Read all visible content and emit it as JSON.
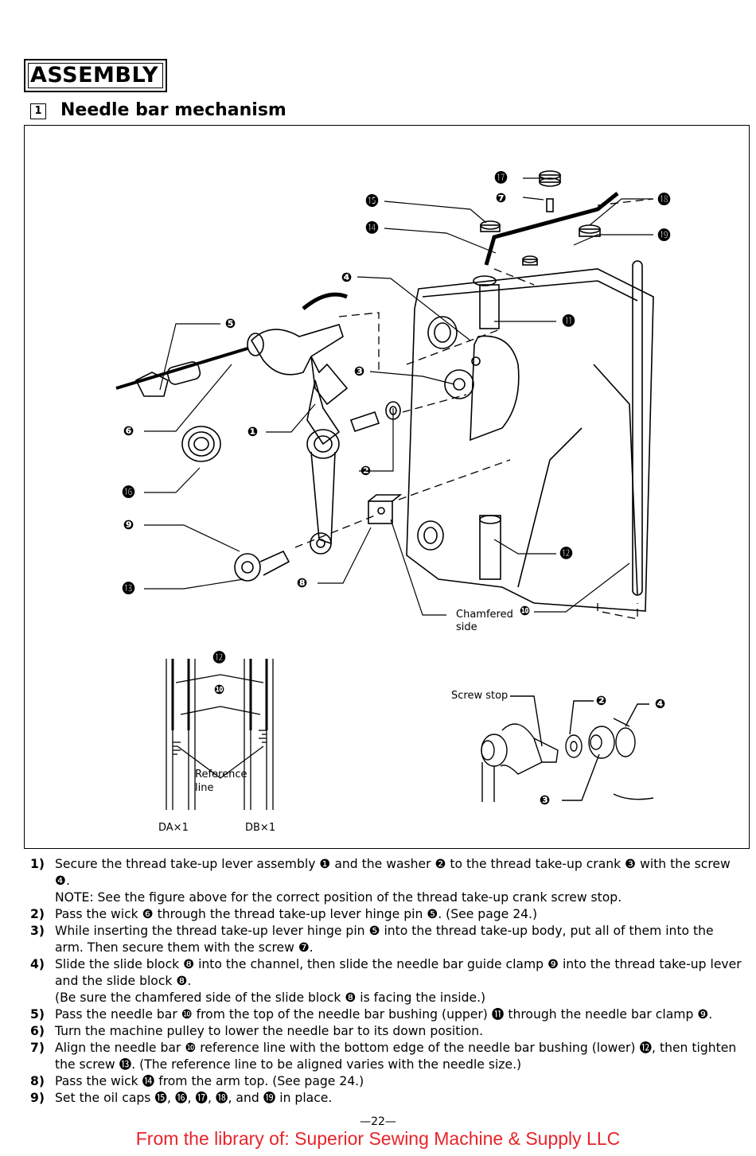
{
  "section": {
    "title": "ASSEMBLY"
  },
  "subsection": {
    "number": "1",
    "title": "Needle bar mechanism"
  },
  "figure": {
    "callouts": [
      "⓱",
      "❼",
      "⓯",
      "⓮",
      "⓲",
      "⓳",
      "❹",
      "❺",
      "⓫",
      "❸",
      "❻",
      "❶",
      "⓰",
      "❷",
      "❾",
      "❽",
      "⓬",
      "⓭",
      "❿"
    ],
    "label_chamfered": "Chamfered side",
    "inset_left": {
      "callout_upper": "⓬",
      "callout_lower": "❿",
      "reference_line": "Reference line",
      "label_da": "DA×1",
      "label_db": "DB×1"
    },
    "inset_right": {
      "screw_stop": "Screw stop",
      "callouts": [
        "❷",
        "❹",
        "❸"
      ]
    }
  },
  "instructions": [
    {
      "n": "1)",
      "lines": [
        "Secure the thread take-up lever assembly ❶ and the washer ❷ to the thread take-up crank ❸ with the screw ❹.",
        "NOTE: See the figure above for the correct position of the thread take-up crank screw stop."
      ]
    },
    {
      "n": "2)",
      "lines": [
        "Pass the wick ❻ through the thread take-up lever hinge pin ❺. (See page 24.)"
      ]
    },
    {
      "n": "3)",
      "lines": [
        "While inserting the thread take-up lever hinge pin ❺ into the thread take-up body, put all of them into the arm. Then secure them with the screw ❼."
      ]
    },
    {
      "n": "4)",
      "lines": [
        "Slide the slide block ❽ into the channel, then slide the needle bar guide clamp ❾ into the thread take-up lever and the slide block ❽.",
        "(Be sure the chamfered side of the slide block ❽ is facing the inside.)"
      ]
    },
    {
      "n": "5)",
      "lines": [
        "Pass the needle bar ❿ from the top of the needle bar bushing (upper) ⓫ through the needle bar clamp ❾."
      ]
    },
    {
      "n": "6)",
      "lines": [
        "Turn the machine pulley to lower the needle bar to its down position."
      ]
    },
    {
      "n": "7)",
      "lines": [
        "Align the needle bar ❿ reference line with the bottom edge of the needle bar bushing (lower) ⓬, then tighten the screw ⓭. (The reference line to be aligned varies with the needle size.)"
      ]
    },
    {
      "n": "8)",
      "lines": [
        "Pass the wick ⓮ from the arm top. (See page 24.)"
      ]
    },
    {
      "n": "9)",
      "lines": [
        "Set the oil caps ⓯, ⓰, ⓱, ⓲, and ⓳ in place."
      ]
    }
  ],
  "page_number": "—22—",
  "footer": "From the library of: Superior Sewing Machine & Supply LLC"
}
